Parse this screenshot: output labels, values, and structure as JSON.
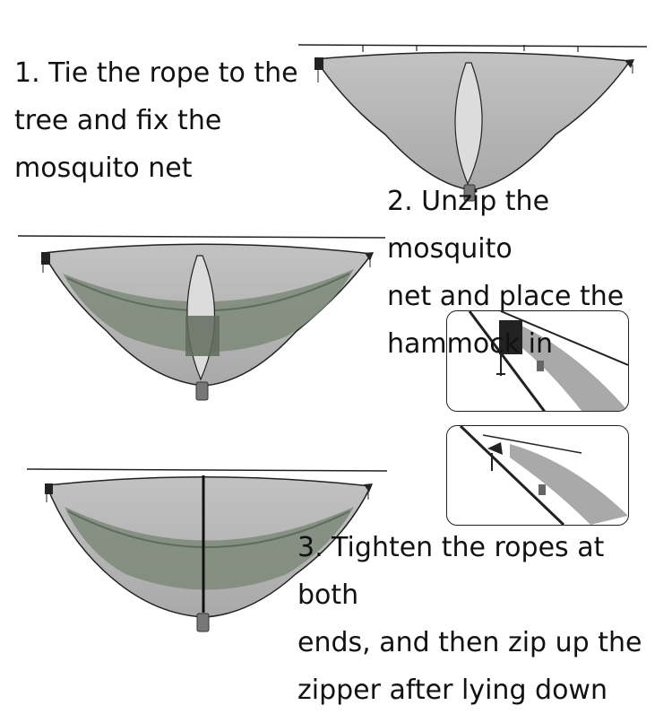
{
  "steps": [
    {
      "text": "1. Tie the rope to the\ntree and fix the\nmosquito net"
    },
    {
      "text": "2. Unzip the mosquito\nnet and place the\nhammock in"
    },
    {
      "text": "3. Tighten the ropes at both\nends, and then zip up the\nzipper after lying down"
    }
  ],
  "colors": {
    "net_fill": "#b8b8b8",
    "net_dark": "#9a9a9a",
    "hammock": "#7d8a7a",
    "hammock_dark": "#5f6b5d",
    "zipper_panel": "#d9d9d9",
    "outline": "#1a1a1a"
  }
}
